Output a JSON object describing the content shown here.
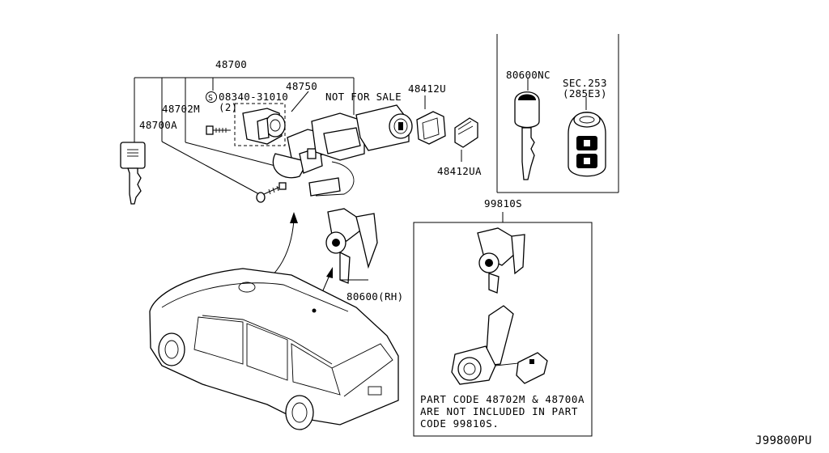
{
  "labels": {
    "assembly": "48700",
    "screw_spec": "08340-31010",
    "screw_qty": "(2)",
    "lock_body": "48750",
    "not_for_sale": "NOT FOR SALE",
    "key_cover": "48412U",
    "key_cover_alt": "48412UA",
    "part_48702m": "48702M",
    "part_48700a": "48700A",
    "key_blank": "80600NC",
    "remote_sec": "SEC.253",
    "remote_ref": "(285E3)",
    "door_lock_rh": "80600(RH)",
    "kit": "99810S",
    "diagram_code": "J99800PU"
  },
  "screw_symbol": "S",
  "note": {
    "line1": "PART CODE 48702M & 48700A",
    "line2": "ARE NOT INCLUDED IN PART",
    "line3": "CODE 99810S."
  }
}
